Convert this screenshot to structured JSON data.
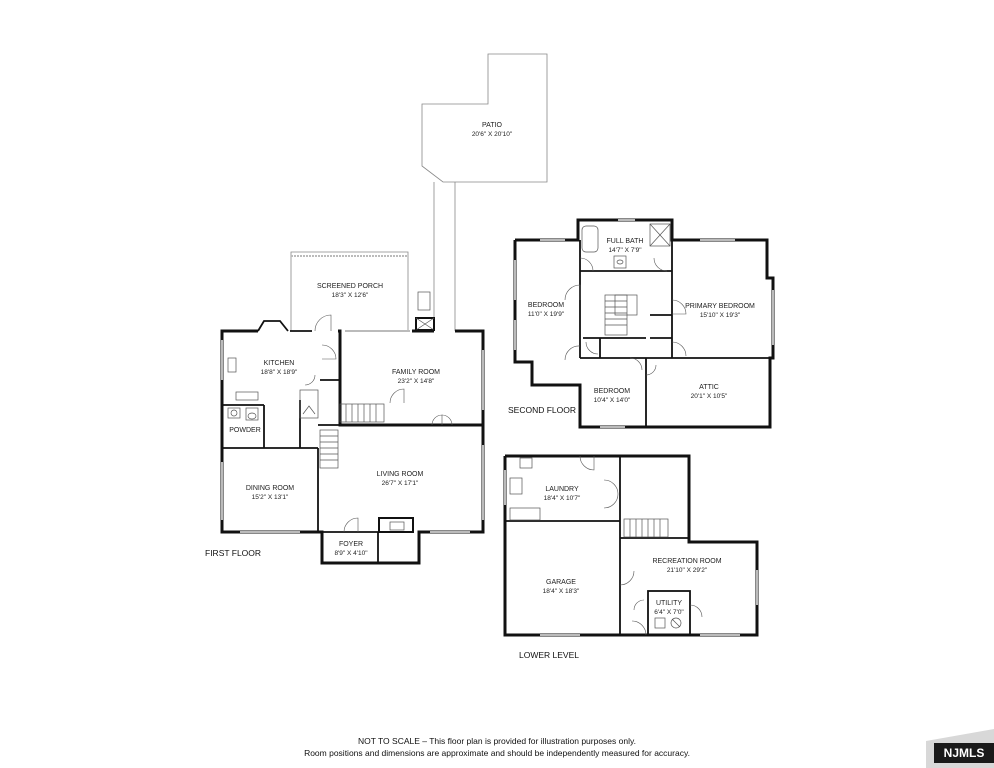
{
  "floors": {
    "first": "FIRST FLOOR",
    "second": "SECOND FLOOR",
    "lower": "LOWER LEVEL"
  },
  "rooms": {
    "patio": {
      "name": "PATIO",
      "dim": "20'6\" X 20'10\""
    },
    "screened_porch": {
      "name": "SCREENED PORCH",
      "dim": "18'3\" X 12'6\""
    },
    "kitchen": {
      "name": "KITCHEN",
      "dim": "18'8\" X 18'9\""
    },
    "family_room": {
      "name": "FAMILY ROOM",
      "dim": "23'2\" X 14'8\""
    },
    "powder": {
      "name": "POWDER"
    },
    "dining_room": {
      "name": "DINING ROOM",
      "dim": "15'2\" X 13'1\""
    },
    "living_room": {
      "name": "LIVING ROOM",
      "dim": "26'7\" X 17'1\""
    },
    "foyer": {
      "name": "FOYER",
      "dim": "8'9\" X 4'10\""
    },
    "full_bath": {
      "name": "FULL BATH",
      "dim": "14'7\" X 7'9\""
    },
    "bedroom_1": {
      "name": "BEDROOM",
      "dim": "11'0\" X 19'9\""
    },
    "primary_bedroom": {
      "name": "PRIMARY BEDROOM",
      "dim": "15'10\" X 19'3\""
    },
    "bedroom_2": {
      "name": "BEDROOM",
      "dim": "10'4\" X 14'0\""
    },
    "attic": {
      "name": "ATTIC",
      "dim": "20'1\" X 10'5\""
    },
    "laundry": {
      "name": "LAUNDRY",
      "dim": "18'4\" X 10'7\""
    },
    "recreation_room": {
      "name": "RECREATION ROOM",
      "dim": "21'10\" X 29'2\""
    },
    "garage": {
      "name": "GARAGE",
      "dim": "18'4\" X 18'3\""
    },
    "utility": {
      "name": "UTILITY",
      "dim": "6'4\" X 7'0\""
    }
  },
  "disclaimer": {
    "line1": "NOT TO SCALE – This floor plan is provided for illustration purposes only.",
    "line2": "Room positions and dimensions are approximate and should be independently measured for accuracy."
  },
  "badge": {
    "text": "NJMLS"
  }
}
